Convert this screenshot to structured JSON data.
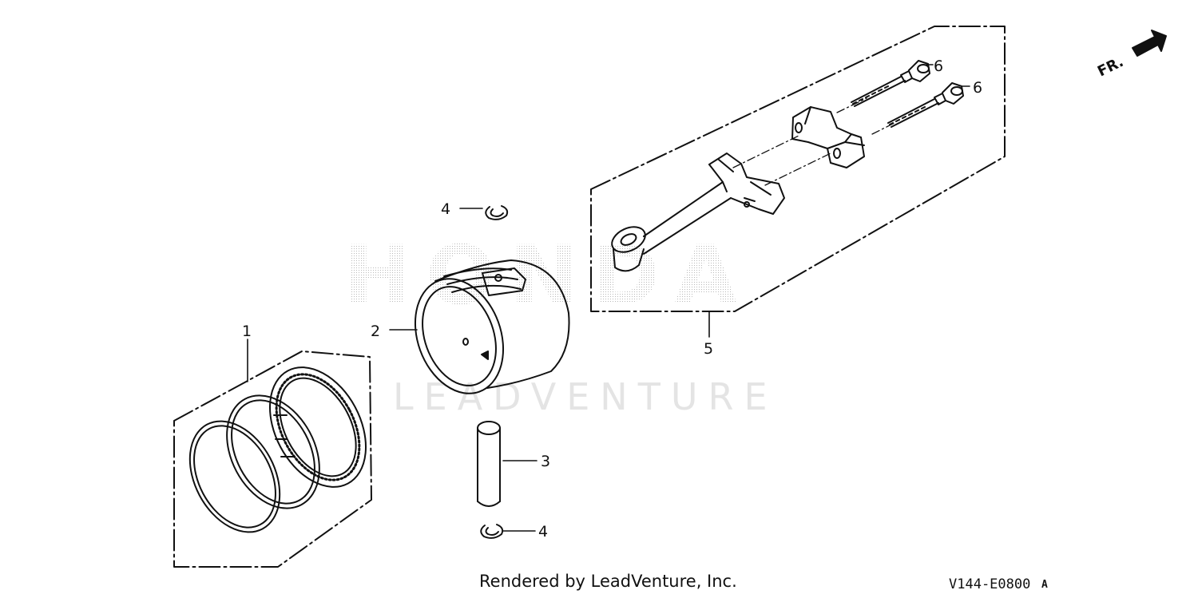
{
  "diagram": {
    "callouts": [
      {
        "id": "1",
        "label": "1"
      },
      {
        "id": "2",
        "label": "2"
      },
      {
        "id": "3",
        "label": "3"
      },
      {
        "id": "4a",
        "label": "4"
      },
      {
        "id": "4b",
        "label": "4"
      },
      {
        "id": "5",
        "label": "5"
      },
      {
        "id": "6a",
        "label": "6"
      },
      {
        "id": "6b",
        "label": "6"
      }
    ],
    "direction_label": "FR.",
    "watermark": {
      "brand": "HONDA",
      "sub": "LEADVENTURE"
    }
  },
  "footer": {
    "credit": "Rendered by LeadVenture, Inc.",
    "diagram_code": "V144-E0800",
    "code_suffix": "A"
  },
  "colors": {
    "line": "#111111",
    "background": "#ffffff",
    "watermark": "#b9b9b9"
  }
}
